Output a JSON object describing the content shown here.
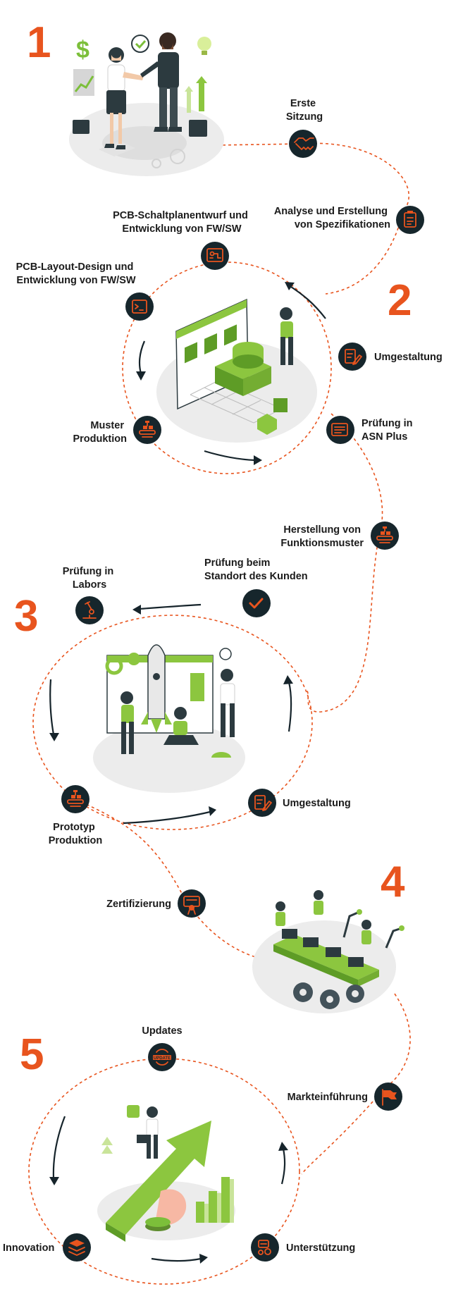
{
  "phases": [
    "1",
    "2",
    "3",
    "4",
    "5"
  ],
  "steps": {
    "erste_sitzung": [
      "Erste",
      "Sitzung"
    ],
    "analyse": [
      "Analyse und Erstellung",
      "von Spezifikationen"
    ],
    "schaltplan": [
      "PCB-Schaltplanentwurf und",
      "Entwicklung von FW/SW"
    ],
    "layout": [
      "PCB-Layout-Design und",
      "Entwicklung von FW/SW"
    ],
    "umgestaltung_2": [
      "Umgestaltung"
    ],
    "muster": [
      "Muster",
      "Produktion"
    ],
    "pruefung_asn": [
      "Prüfung in",
      "ASN Plus"
    ],
    "funktionsmuster": [
      "Herstellung von",
      "Funktionsmuster"
    ],
    "pruefung_labors": [
      "Prüfung in",
      "Labors"
    ],
    "pruefung_kunde": [
      "Prüfung beim",
      "Standort des Kunden"
    ],
    "prototyp": [
      "Prototyp",
      "Produktion"
    ],
    "umgestaltung_3": [
      "Umgestaltung"
    ],
    "zertifizierung": [
      "Zertifizierung"
    ],
    "markteinfuehrung": [
      "Markteinführung"
    ],
    "updates": [
      "Updates"
    ],
    "innovation": [
      "Innovation"
    ],
    "unterstuetzung": [
      "Unterstützung"
    ]
  },
  "icons": {
    "erste_sitzung": "handshake-icon",
    "analyse": "clipboard-icon",
    "schaltplan": "circuit-board-icon",
    "layout": "terminal-icon",
    "umgestaltung_2": "document-pencil-icon",
    "muster": "production-line-icon",
    "pruefung_asn": "inspection-list-icon",
    "funktionsmuster": "production-line-icon",
    "pruefung_labors": "microscope-icon",
    "pruefung_kunde": "checkmark-icon",
    "prototyp": "production-line-icon",
    "umgestaltung_3": "document-pencil-icon",
    "zertifizierung": "certificate-icon",
    "markteinfuehrung": "flag-icon",
    "updates": "update-badge-icon",
    "innovation": "layers-icon",
    "unterstuetzung": "support-gears-icon"
  },
  "updates_badge_text": "UPDATE",
  "colors": {
    "accent": "#e8541e",
    "node": "#16262c",
    "illustration_green": "#8cc63f",
    "illustration_dark": "#2c3a3f",
    "text": "#1b1b1b"
  }
}
